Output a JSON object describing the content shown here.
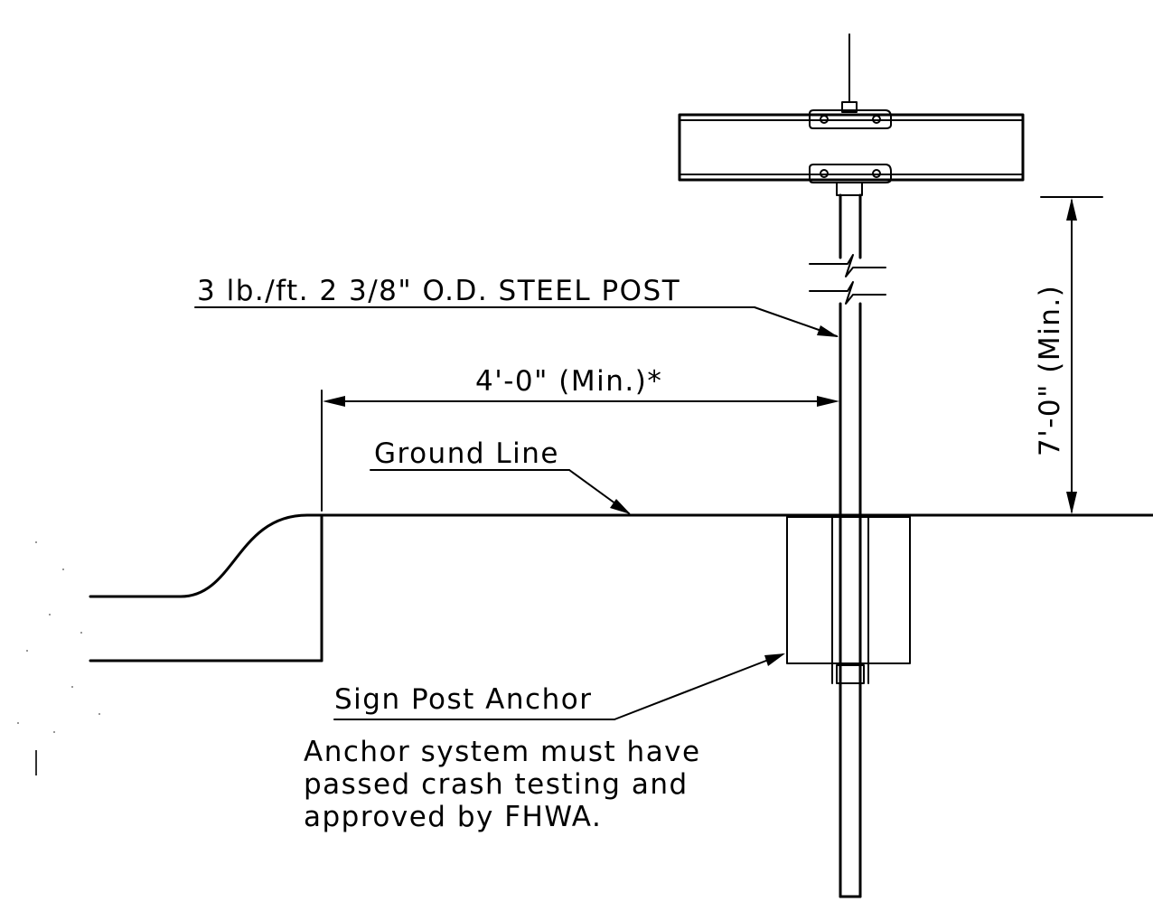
{
  "labels": {
    "post_spec": "3 lb./ft. 2 3/8\" O.D. STEEL POST",
    "offset": "4'-0\" (Min.)*",
    "height": "7'-0\" (Min.)",
    "ground_line": "Ground Line",
    "anchor": "Sign Post Anchor"
  },
  "note": {
    "line1": "Anchor system must have",
    "line2": "passed crash testing and",
    "line3": "approved by FHWA."
  },
  "colors": {
    "ink": "#000000",
    "paper": "#ffffff"
  }
}
